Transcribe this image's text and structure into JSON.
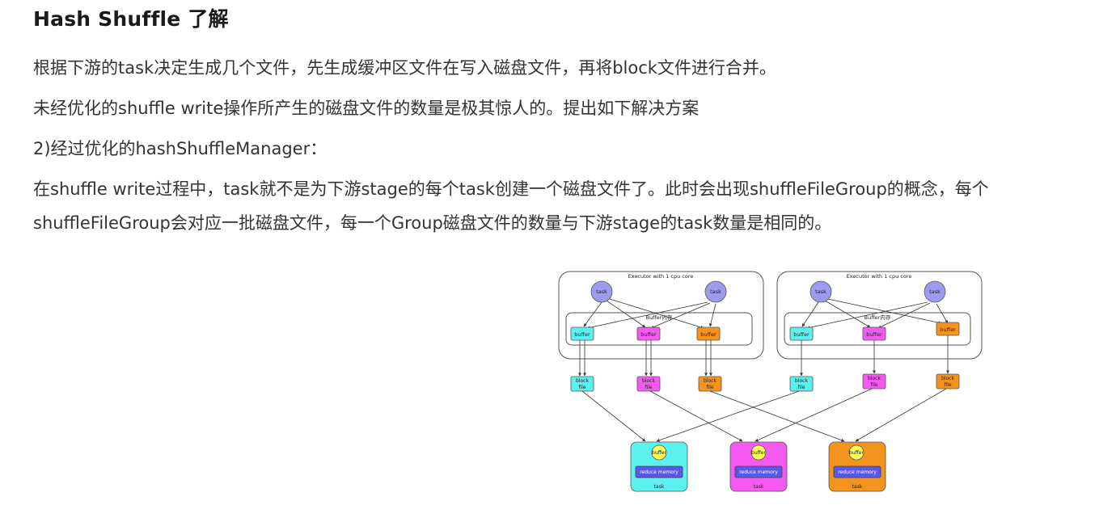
{
  "article": {
    "heading": "Hash Shuffle 了解",
    "paragraphs": [
      "根据下游的task决定生成几个文件，先生成缓冲区文件在写入磁盘文件，再将block文件进行合并。",
      "未经优化的shuffle write操作所产生的磁盘文件的数量是极其惊人的。提出如下解决方案",
      "2)经过优化的hashShuffleManager：",
      "在shuffle write过程中，task就不是为下游stage的每个task创建一个磁盘文件了。此时会出现shuffleFileGroup的概念，每个shuffleFileGroup会对应一批磁盘文件，每一个Group磁盘文件的数量与下游stage的task数量是相同的。"
    ]
  },
  "diagram": {
    "executor_label": "Executor with 1 cpu core",
    "task_label": "task",
    "buffer_region_label": "Buffer内存",
    "buffer_label": "buffer",
    "block_file_label_line1": "block",
    "block_file_label_line2": "file",
    "reduce_buffer_label": "buffer",
    "reduce_memory_label": "reduce memory",
    "reduce_task_label": "task",
    "colors": {
      "task": "#9b9bef",
      "cyan": "#5cf0ee",
      "magenta": "#f55af0",
      "orange": "#f5931f",
      "reduce_buffer": "#ffff55",
      "reduce_memory": "#5b57e8"
    }
  }
}
